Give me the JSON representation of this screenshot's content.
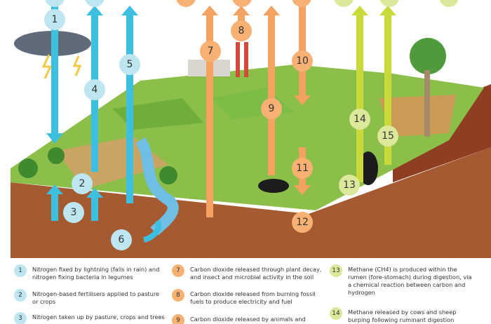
{
  "diagram": {
    "markers": [
      "1",
      "2",
      "3",
      "4",
      "5",
      "6",
      "7",
      "8",
      "9",
      "10",
      "11",
      "12",
      "13",
      "14",
      "15"
    ]
  },
  "legend": {
    "items": [
      {
        "num": "1",
        "text": "Nitrogen fixed by lightning (falls in rain) and nitrogen fixing bacteria in legumes",
        "color": "blue"
      },
      {
        "num": "2",
        "text": "Nitrogen-based fertilisers applied to pasture or crops",
        "color": "blue"
      },
      {
        "num": "3",
        "text": "Nitrogen taken up by pasture, crops and trees",
        "color": "blue"
      },
      {
        "num": "7",
        "text": "Carbon dioxide released through plant decay, and insect and microbial activity in the soil",
        "color": "orange"
      },
      {
        "num": "8",
        "text": "Carbon dioxide released from burning fossil fuels to produce electricity and fuel",
        "color": "orange"
      },
      {
        "num": "9",
        "text": "Carbon dioxide released by animals and plants",
        "color": "orange"
      },
      {
        "num": "13",
        "text": "Methane (CH4) is produced within the rumen (fore-stomach) during digestion, via a chemical reaction between carbon and hydrogen",
        "color": "green"
      },
      {
        "num": "14",
        "text": "Methane released by cows and sheep burping following ruminant digestion",
        "color": "green"
      }
    ]
  }
}
